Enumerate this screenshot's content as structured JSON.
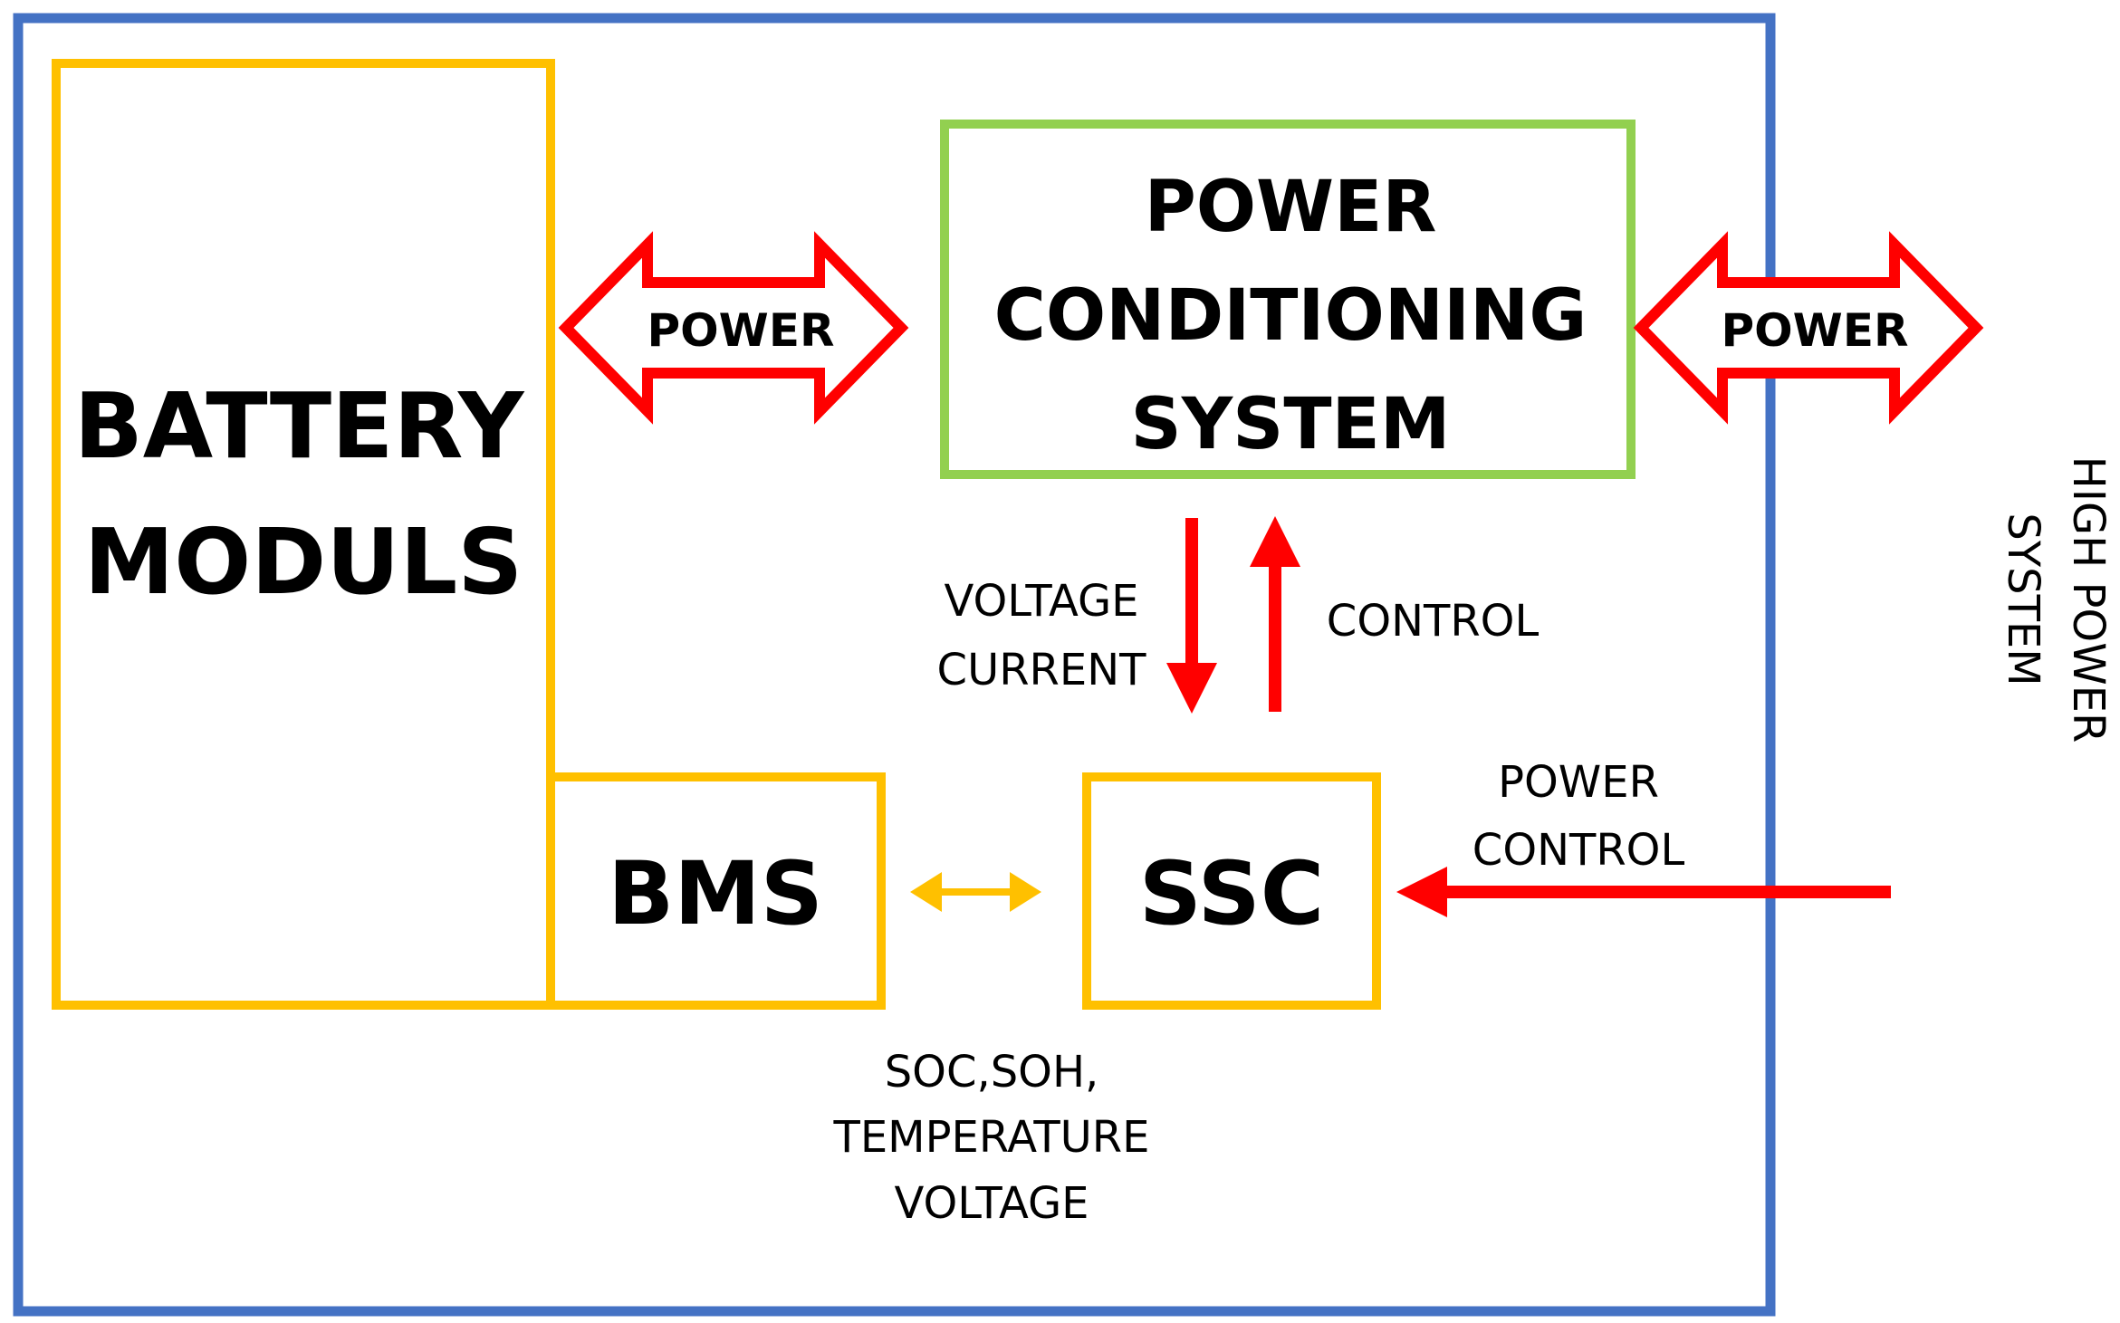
{
  "colors": {
    "system_border": "#4472C4",
    "battery_border": "#FFC000",
    "pcs_border": "#92D050",
    "arrow_red": "#FF0000",
    "arrow_orange": "#FFC000",
    "text": "#000000",
    "background": "#FFFFFF"
  },
  "blocks": {
    "battery": {
      "line1": "BATTERY",
      "line2": "MODULS"
    },
    "pcs": {
      "line1": "POWER",
      "line2": "CONDITIONING",
      "line3": "SYSTEM"
    },
    "bms": {
      "label": "BMS"
    },
    "ssc": {
      "label": "SSC"
    }
  },
  "arrows": {
    "power_left": {
      "label": "POWER"
    },
    "power_right": {
      "label": "POWER"
    }
  },
  "signals": {
    "voltage_current": {
      "line1": "VOLTAGE",
      "line2": "CURRENT"
    },
    "control": {
      "label": "CONTROL"
    },
    "power_control": {
      "line1": "POWER",
      "line2": "CONTROL"
    },
    "soc": {
      "line1": "SOC,SOH,",
      "line2": "TEMPERATURE",
      "line3": "VOLTAGE"
    }
  },
  "external": {
    "high_power": {
      "line1": "HIGH POWER",
      "line2": "SYSTEM"
    }
  }
}
